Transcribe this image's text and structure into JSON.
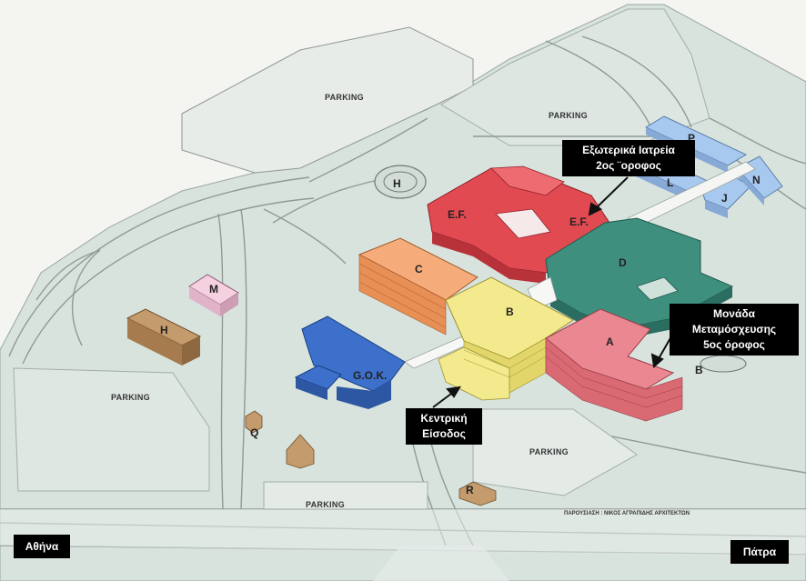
{
  "parking_labels": [
    "PARKING",
    "PARKING",
    "PARKING",
    "PARKING",
    "PARKING"
  ],
  "buildings": {
    "ef_left": "E.F.",
    "ef_right": "E.F.",
    "c": "C",
    "b": "B",
    "a": "A",
    "d": "D",
    "gok": "G.O.K.",
    "h": "H",
    "m": "M",
    "n": "N",
    "j": "J",
    "l": "L",
    "p": "P",
    "q": "Q",
    "r": "R",
    "b_road": "B",
    "heli": "H"
  },
  "callouts": {
    "outpatient": {
      "line1": "Εξωτερικά Ιατρεία",
      "line2": "2ος ¨οροφος"
    },
    "transplant": {
      "line1": "Μονάδα",
      "line2": "Μεταμόσχευσης",
      "line3": "5ος όροφος"
    },
    "entrance": {
      "line1": "Κεντρική",
      "line2": "Είσοδος"
    }
  },
  "cities": {
    "left": "Αθήνα",
    "right": "Πάτρα"
  },
  "credit": "ΠΑΡΟΥΣΙΑΣΗ : ΝΙΚΟΣ ΑΓΡΑΠΙΔΗΣ ΑΡΧΙΤΕΚΤΩΝ",
  "colors": {
    "red": "#e24a52",
    "teal": "#3e8e7e",
    "orange": "#f4a671",
    "yellow": "#f1e98a",
    "pink": "#e9858f",
    "blue": "#3b6fc9",
    "light_blue": "#a7c8ef",
    "brown": "#c49a6c",
    "light_pink": "#f4cfe0",
    "ground": "#d7e2dc"
  }
}
